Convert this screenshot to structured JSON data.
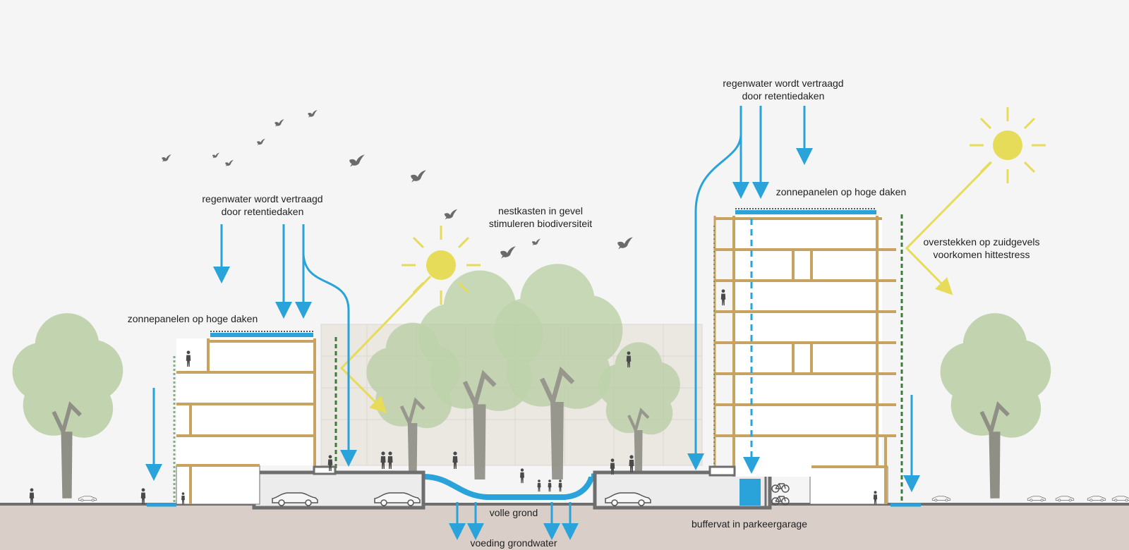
{
  "labels": {
    "rain_left": [
      "regenwater wordt vertraagd",
      "door retentiedaken"
    ],
    "rain_right": [
      "regenwater wordt vertraagd",
      "door retentiedaken"
    ],
    "solar_left": "zonnepanelen op hoge daken",
    "solar_right": "zonnepanelen op hoge daken",
    "nest": [
      "nestkasten in gevel",
      "stimuleren biodiversiteit"
    ],
    "overhang": [
      "overstekken op zuidgevels",
      "voorkomen hittestress"
    ],
    "soil": "volle grond",
    "groundwater": "voeding grondwater",
    "buffer": "buffervat in parkeergarage"
  },
  "colors": {
    "water": "#29a3d9",
    "sun": "#e6dc5a",
    "timber": "#c8a260",
    "ground": "#d9cfc8",
    "greenery": "#3e7a3a",
    "tree": "#b9cfa4",
    "concrete": "#6e6e6e",
    "bird": "#6b6b6b"
  },
  "icons": [
    "sun-icon",
    "bird-icon",
    "car-icon",
    "bicycle-icon",
    "tree-icon",
    "person-icon",
    "solar-panel-icon"
  ]
}
